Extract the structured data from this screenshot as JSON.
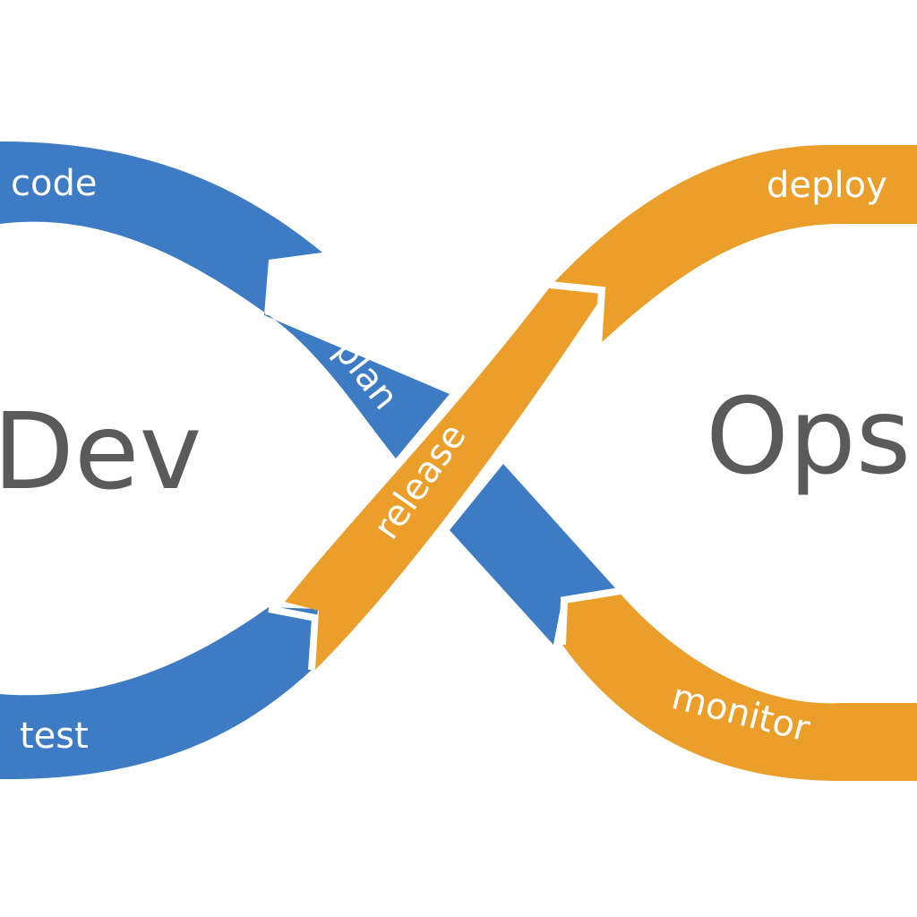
{
  "diagram": {
    "left_label": "Dev",
    "right_label": "Ops",
    "stages": {
      "code": "code",
      "plan": "plan",
      "release": "release",
      "deploy": "deploy",
      "monitor": "monitor",
      "test": "test"
    }
  },
  "colors": {
    "dev_loop": "#3d7cc4",
    "ops_loop": "#eb9f2a",
    "divider": "#ffffff",
    "big_text": "#5a5a5a"
  }
}
